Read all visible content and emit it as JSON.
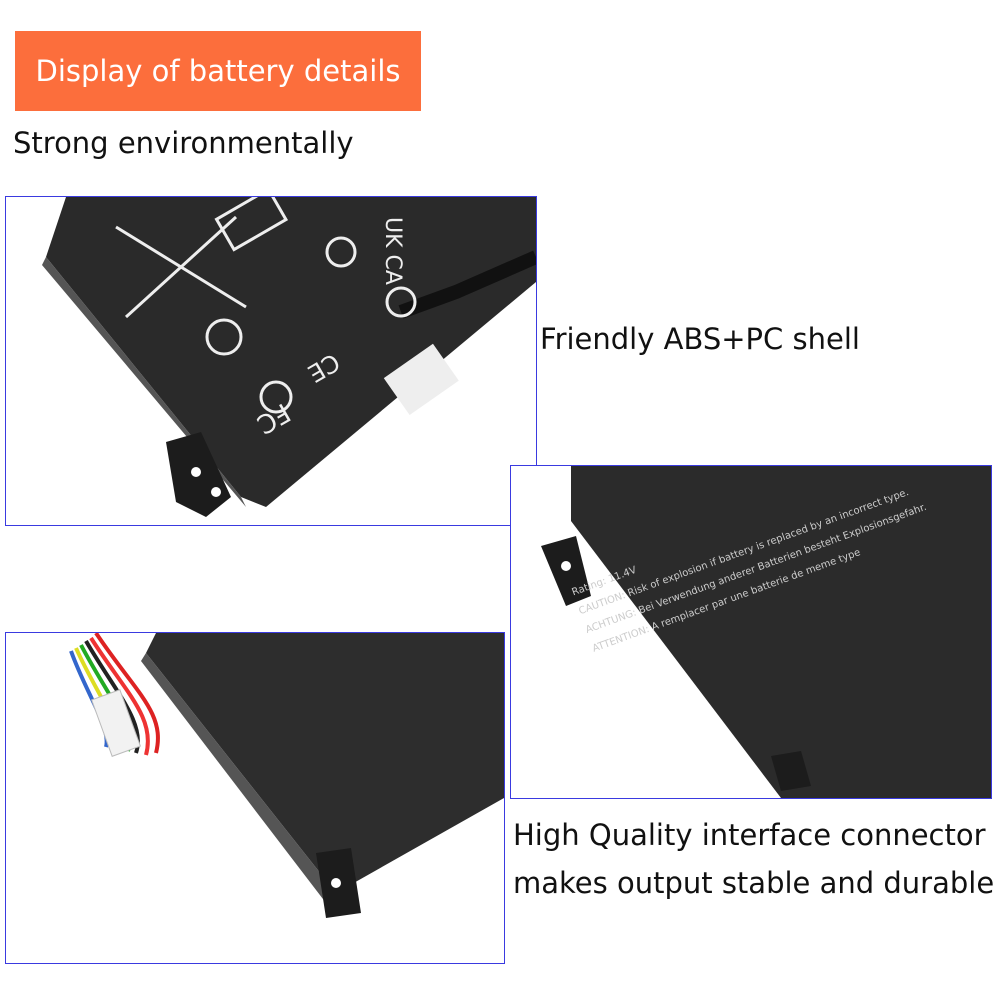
{
  "banner": {
    "title": "Display of battery details",
    "color": "#fc6e3c"
  },
  "captions": {
    "environment": "Strong environmentally",
    "shell": "Friendly ABS+PC shell",
    "connector_line1": "High Quality interface connector",
    "connector_line2": "makes output stable and durable"
  },
  "label_text": {
    "rating": "Rating: 11.4V",
    "caution": "CAUTION: Risk of explosion if battery is replaced by an incorrect type.",
    "achtung": "ACHTUNG: Bei Verwendung anderer Batterien besteht Explosionsgefahr.",
    "attention": "ATTENTION: A remplacer par une batterie de meme type"
  },
  "photo_border_color": "#3a3ae0"
}
